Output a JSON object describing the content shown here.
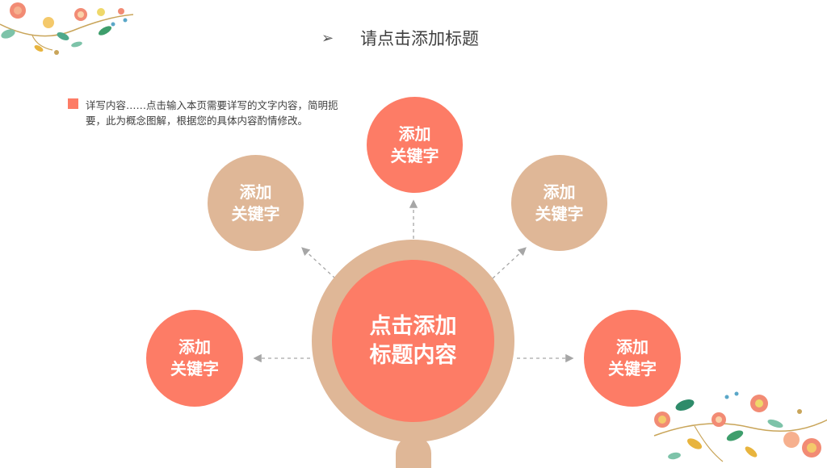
{
  "header": {
    "arrow_glyph": "➢",
    "title": "请点击添加标题"
  },
  "note": {
    "text": "详写内容……点击输入本页需要详写的文字内容，简明扼要，此为概念图解，根据您的具体内容酌情修改。"
  },
  "hub": {
    "line1": "点击添加",
    "line2": "标题内容"
  },
  "nodes": [
    {
      "id": "top",
      "line1": "添加",
      "line2": "关键字"
    },
    {
      "id": "upper-left",
      "line1": "添加",
      "line2": "关键字"
    },
    {
      "id": "upper-right",
      "line1": "添加",
      "line2": "关键字"
    },
    {
      "id": "lower-left",
      "line1": "添加",
      "line2": "关键字"
    },
    {
      "id": "lower-right",
      "line1": "添加",
      "line2": "关键字"
    }
  ],
  "colors": {
    "coral": "#FD7C66",
    "tan": "#DFB797",
    "arrow": "#A6A6A6",
    "text": "#404040"
  },
  "icons": [
    "arrow-right-icon",
    "bullet-square-icon",
    "floral-decoration-icon"
  ]
}
